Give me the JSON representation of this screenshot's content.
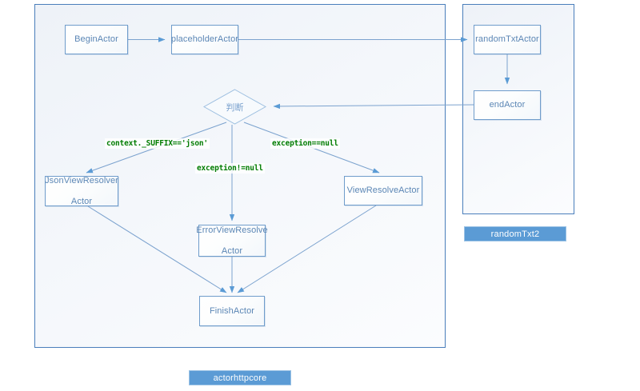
{
  "diagram": {
    "type": "flowchart",
    "title": "actor http core flow",
    "pools": [
      {
        "id": "actorhttpcore",
        "tag_label": "actorhttpcore"
      },
      {
        "id": "randomTxt2",
        "tag_label": "randomTxt2"
      }
    ],
    "nodes": [
      {
        "id": "begin",
        "label": "BeginActor",
        "shape": "rect",
        "pool": "actorhttpcore"
      },
      {
        "id": "placeholder",
        "label": "placeholderActor",
        "shape": "rect",
        "pool": "actorhttpcore"
      },
      {
        "id": "decision",
        "label": "判断",
        "shape": "diamond",
        "pool": "actorhttpcore"
      },
      {
        "id": "jsonview",
        "label": "JsonViewResolver Actor",
        "shape": "rect",
        "pool": "actorhttpcore",
        "line1": "JsonViewResolver",
        "line2": "Actor"
      },
      {
        "id": "errorview",
        "label": "ErrorViewResolve Actor",
        "shape": "rect",
        "pool": "actorhttpcore",
        "line1": "ErrorViewResolve",
        "line2": "Actor"
      },
      {
        "id": "viewresolve",
        "label": "ViewResolveActor",
        "shape": "rect",
        "pool": "actorhttpcore"
      },
      {
        "id": "finish",
        "label": "FinishActor",
        "shape": "rect",
        "pool": "actorhttpcore"
      },
      {
        "id": "randomtxt",
        "label": "randomTxtActor",
        "shape": "rect",
        "pool": "randomTxt2"
      },
      {
        "id": "endactor",
        "label": "endActor",
        "shape": "rect",
        "pool": "randomTxt2"
      }
    ],
    "edges": [
      {
        "from": "begin",
        "to": "placeholder",
        "label": ""
      },
      {
        "from": "placeholder",
        "to": "randomtxt",
        "label": ""
      },
      {
        "from": "randomtxt",
        "to": "endactor",
        "label": ""
      },
      {
        "from": "endactor",
        "to": "decision",
        "label": ""
      },
      {
        "from": "decision",
        "to": "jsonview",
        "label": "context._SUFFIX=='json'"
      },
      {
        "from": "decision",
        "to": "errorview",
        "label": "exception!=null"
      },
      {
        "from": "decision",
        "to": "viewresolve",
        "label": "exception==null"
      },
      {
        "from": "jsonview",
        "to": "finish",
        "label": ""
      },
      {
        "from": "errorview",
        "to": "finish",
        "label": ""
      },
      {
        "from": "viewresolve",
        "to": "finish",
        "label": ""
      }
    ],
    "edge_labels": {
      "json_suffix": "context._SUFFIX=='json'",
      "exception_not_null": "exception!=null",
      "exception_null": "exception==null"
    },
    "colors": {
      "node_border": "#6f9ccb",
      "node_text": "#5b86b5",
      "container_border": "#4a7ebb",
      "edge_stroke": "#7ba2ce",
      "label_text": "#007c00",
      "tag_fill": "#5b9bd5",
      "tag_text": "#ffffff"
    }
  }
}
